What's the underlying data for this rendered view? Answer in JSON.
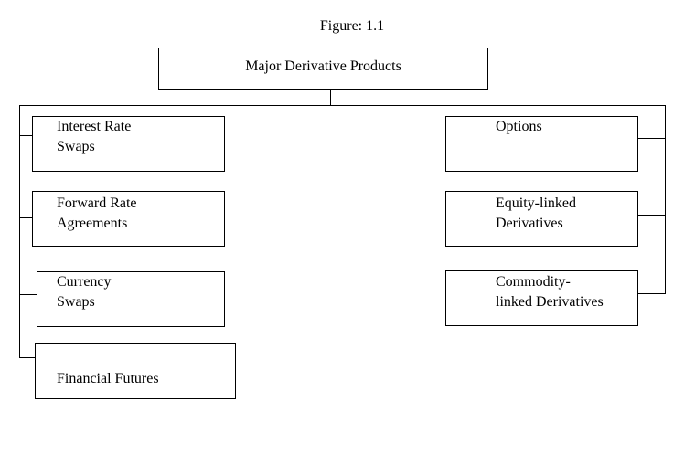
{
  "figure": {
    "caption": "Figure: 1.1",
    "root": "Major Derivative Products",
    "left": [
      "Interest Rate\nSwaps",
      "Forward Rate\nAgreements",
      "Currency\nSwaps",
      "Financial Futures"
    ],
    "right": [
      "Options",
      "Equity-linked\nDerivatives",
      "Commodity-\nlinked Derivatives"
    ]
  }
}
